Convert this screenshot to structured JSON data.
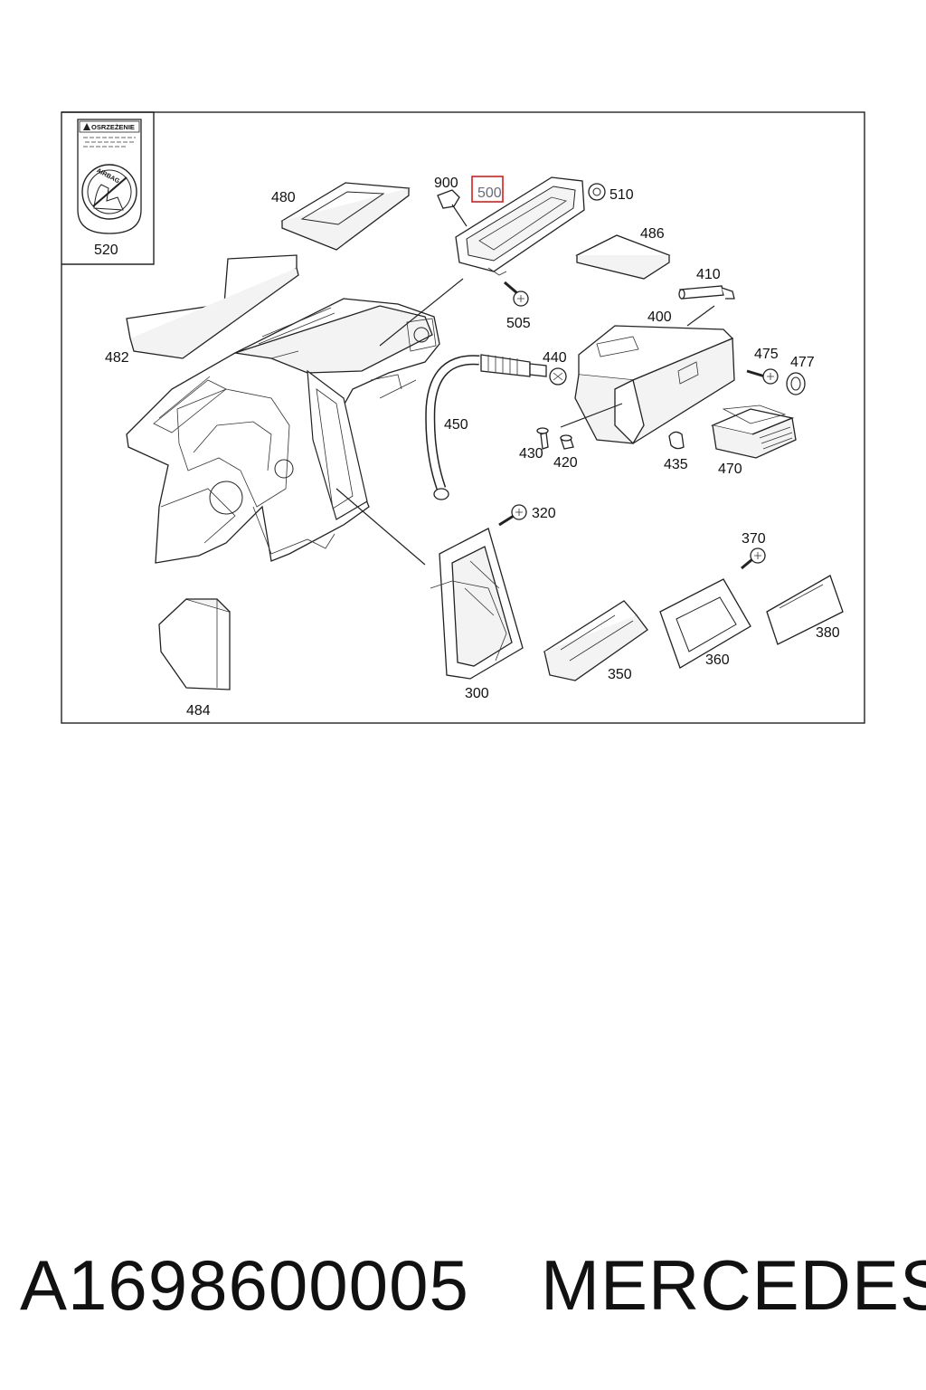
{
  "labels": {
    "l520": "520",
    "l480": "480",
    "l900": "900",
    "l500": "500",
    "l510": "510",
    "l486": "486",
    "l410": "410",
    "l482": "482",
    "l505": "505",
    "l400": "400",
    "l440": "440",
    "l475": "475",
    "l477": "477",
    "l450": "450",
    "l430": "430",
    "l420": "420",
    "l435": "435",
    "l470": "470",
    "l320": "320",
    "l370": "370",
    "l380": "380",
    "l360": "360",
    "l350": "350",
    "l300": "300",
    "l484": "484"
  },
  "warning_label": {
    "heading": "OSRZEŻENIE",
    "badge": "AIRBAG"
  },
  "highlight_color": "#d42020",
  "footer": {
    "part_number": "A1698600005",
    "brand": "MERCEDES"
  }
}
